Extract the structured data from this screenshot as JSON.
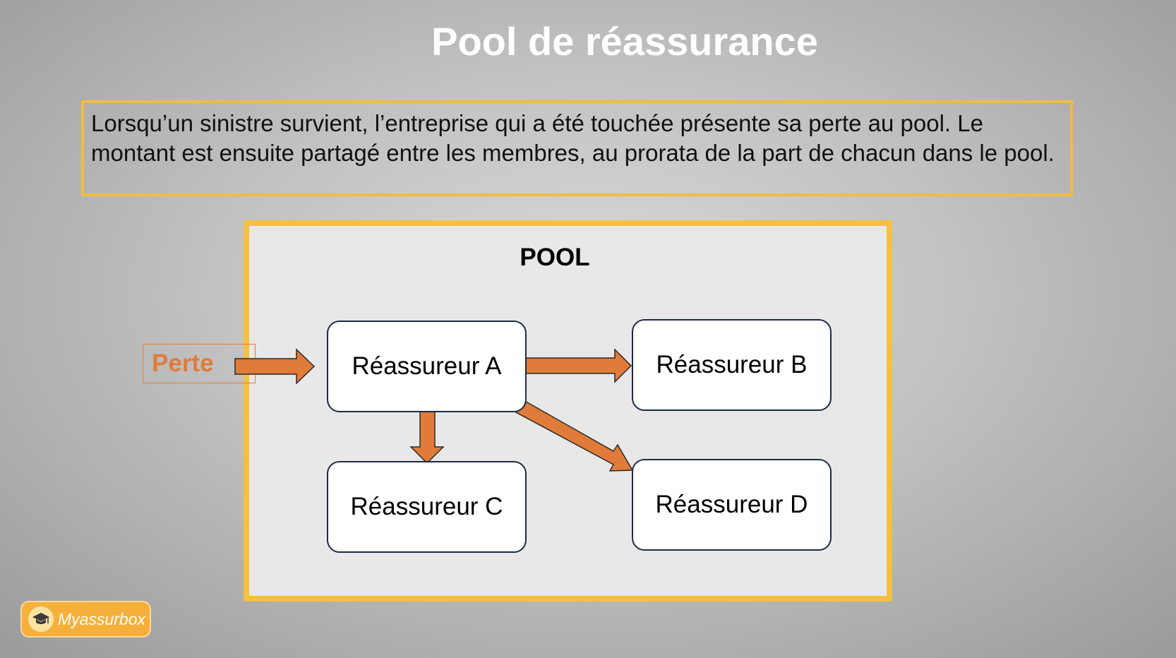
{
  "title": "Pool de réassurance",
  "intro_text": "Lorsqu’un sinistre survient, l’entreprise qui a été touchée présente sa perte au pool. Le montant est ensuite partagé entre les membres, au prorata de la part de chacun dans le pool.",
  "diagram": {
    "pool_label": "POOL",
    "input_label": "Perte",
    "nodes": {
      "a": "Réassureur A",
      "b": "Réassureur B",
      "c": "Réassureur C",
      "d": "Réassureur D"
    }
  },
  "logo": {
    "text": "Myassurbox",
    "icon": "graduation-cap-icon"
  },
  "colors": {
    "frame_border": "#f4c042",
    "arrow_fill": "#e07b39",
    "perte_text": "#e07b39",
    "logo_background": "#f6b03a"
  }
}
